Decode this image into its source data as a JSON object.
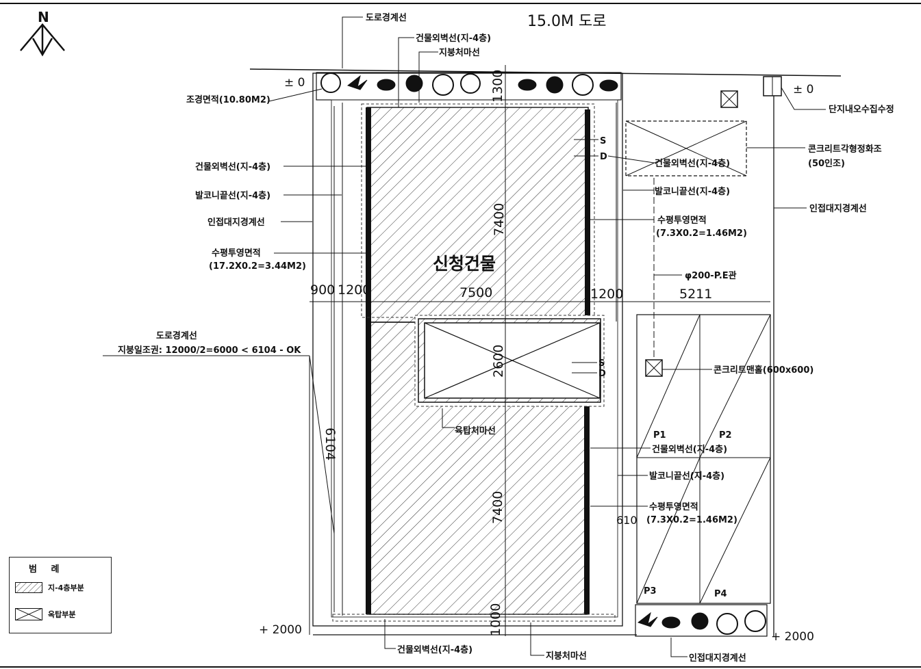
{
  "road": {
    "label": "15.0M 도로"
  },
  "north": {
    "letter": "N"
  },
  "levels": {
    "top_left": "± 0",
    "top_right": "± 0",
    "bottom_left": "+ 2000",
    "bottom_right": "+ 2000"
  },
  "building": {
    "name": "신청건물"
  },
  "dimensions": {
    "d1300": "1300",
    "d7400_top": "7400",
    "d7500": "7500",
    "d2600": "2600",
    "d7400_bottom": "7400",
    "d1000": "1000",
    "d900": "900",
    "d1200_left": "1200",
    "d1200_right": "1200",
    "d5211": "5211",
    "d6104": "6104",
    "d610": "610"
  },
  "labels": {
    "road_boundary_top": "도로경계선",
    "building_outer_top": "건물외벽선(지-4층)",
    "roof_eave_top": "지붕처마선",
    "landscape_area": "조경면적(10.80M2)",
    "building_outer_left": "건물외벽선(지-4층)",
    "balcony_left": "발코니끝선(지-4층)",
    "adjacent_left": "인접대지경계선",
    "horizontal_proj_left_1": "수평투영면적",
    "horizontal_proj_left_2": "(17.2X0.2=3.44M2)",
    "road_boundary_left": "도로경계선",
    "sunlight_rule": "지붕일조권: 12000/2=6000 < 6104 - OK",
    "sewage_well": "단지내오수집수정",
    "septic_tank_1": "콘크리트각형정화조",
    "septic_tank_2": "(50인조)",
    "building_outer_right_top": "건물외벽선(지-4층)",
    "balcony_right_top": "발코니끝선(지-4층)",
    "adjacent_right": "인접대지경계선",
    "horizontal_proj_right_1": "수평투영면적",
    "horizontal_proj_right_2": "(7.3X0.2=1.46M2)",
    "pe_pipe": "φ200-P.E관",
    "manhole": "콘크리트맨홀(600x600)",
    "junction_eave": "육탑처마선",
    "building_outer_right_bottom": "건물외벽선(지-4층)",
    "balcony_right_bottom": "발코니끝선(지-4층)",
    "horizontal_proj_right_b1": "수평투영면적",
    "horizontal_proj_right_b2": "(7.3X0.2=1.46M2)",
    "s_top": "S",
    "d_top": "D",
    "s_mid": "S",
    "d_mid": "D",
    "building_outer_bottom": "건물외벽선(지-4층)",
    "roof_eave_bottom": "지붕처마선",
    "adjacent_bottom": "인접대지경계선"
  },
  "parking": {
    "p1": "P1",
    "p2": "P2",
    "p3": "P3",
    "p4": "P4"
  },
  "legend": {
    "title": "범 례",
    "items": [
      {
        "label": "지-4층부분",
        "icon": "hatch-icon"
      },
      {
        "label": "옥탑부분",
        "icon": "cross-box-icon"
      }
    ]
  }
}
